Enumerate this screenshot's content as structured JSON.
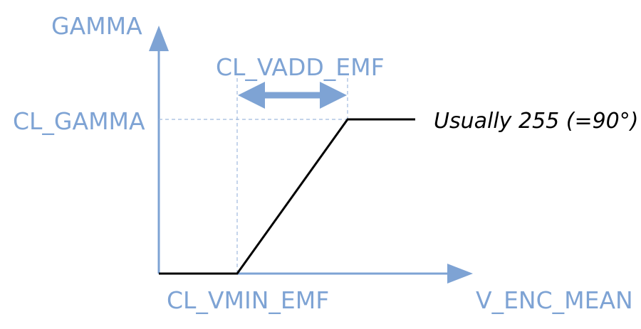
{
  "diagram": {
    "y_axis_label": "GAMMA",
    "x_axis_label": "V_ENC_MEAN",
    "y_level_label": "CL_GAMMA",
    "x_start_label": "CL_VMIN_EMF",
    "span_label": "CL_VADD_EMF",
    "plateau_note": "Usually 255 (=90°)",
    "colors": {
      "axis": "#7ea3d4",
      "curve": "#000000",
      "note": "#000000",
      "guide": "#9fb9de"
    }
  }
}
